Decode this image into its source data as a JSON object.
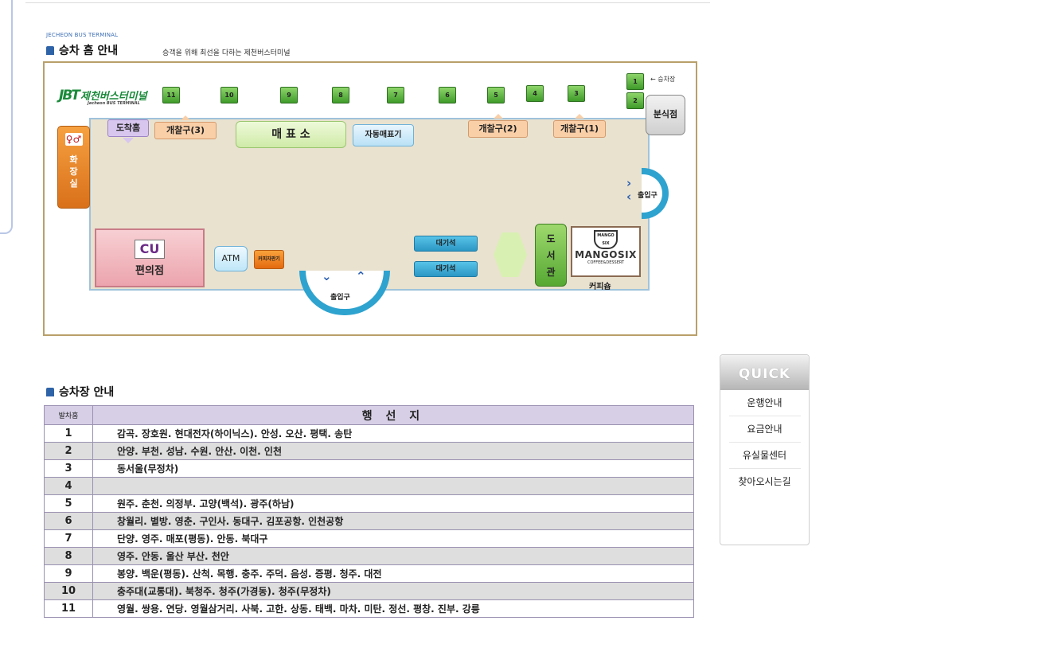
{
  "header": {
    "eng_title": "JECHEON BUS TERMINAL",
    "title": "승차 홈 안내",
    "subtitle": "승객을 위해 최선을 다하는 제천버스터미널"
  },
  "map": {
    "logo_mark": "JBT",
    "logo_text": "제천버스터미널",
    "logo_sub": "Jecheon BUS TERMINAL",
    "platforms": [
      "11",
      "10",
      "9",
      "8",
      "7",
      "6",
      "5",
      "4",
      "3",
      "1",
      "2"
    ],
    "legend": "← 승차장",
    "arrival": "도착홈",
    "gate3": "개찰구(3)",
    "gate2": "개찰구(2)",
    "gate1": "개찰구(1)",
    "ticket_office": "매 표 소",
    "kiosk": "자동매표기",
    "restroom": "화장실",
    "snack_bar": "분식점",
    "entrance": "출입구",
    "cu_logo": "CU",
    "convenience_store": "편의점",
    "atm": "ATM",
    "coffee_machine": "커피자판기",
    "waiting_seat": "대기석",
    "bookstore": "도서관",
    "mango_badge": "MANGO SIX",
    "mango_name": "MANGOSIX",
    "mango_sub": "COFFEE&DESSERT",
    "coffee_shop": "커피숍"
  },
  "routes_section": {
    "title": "승차장 안내",
    "col_platform": "발차홈",
    "col_destination": "행 선 지",
    "rows": [
      {
        "num": "1",
        "dest": "감곡. 장호원. 현대전자(하이닉스). 안성. 오산. 평택. 송탄"
      },
      {
        "num": "2",
        "dest": "안양. 부천. 성남. 수원. 안산. 이천. 인천"
      },
      {
        "num": "3",
        "dest": "동서울(무정차)"
      },
      {
        "num": "4",
        "dest": ""
      },
      {
        "num": "5",
        "dest": "원주. 춘천. 의정부. 고양(백석). 광주(하남)"
      },
      {
        "num": "6",
        "dest": "창월리. 별방. 영춘. 구인사. 동대구. 김포공항. 인천공항"
      },
      {
        "num": "7",
        "dest": "단양. 영주. 매포(평동). 안동. 북대구"
      },
      {
        "num": "8",
        "dest": "영주. 안동. 울산 부산. 천안"
      },
      {
        "num": "9",
        "dest": "봉양. 백운(평동). 산척. 목행. 충주. 주덕. 음성. 증평. 청주. 대전"
      },
      {
        "num": "10",
        "dest": "충주대(교통대). 북청주. 청주(가경동). 청주(무정차)"
      },
      {
        "num": "11",
        "dest": "영월. 쌍용. 연당. 영월삼거리. 사북. 고한. 상동. 태백. 마차. 미탄. 정선. 평창. 진부. 강릉"
      }
    ]
  },
  "quick": {
    "title": "QUICK",
    "items": [
      "운행안내",
      "요금안내",
      "유실물센터",
      "찾아오시는길"
    ]
  }
}
